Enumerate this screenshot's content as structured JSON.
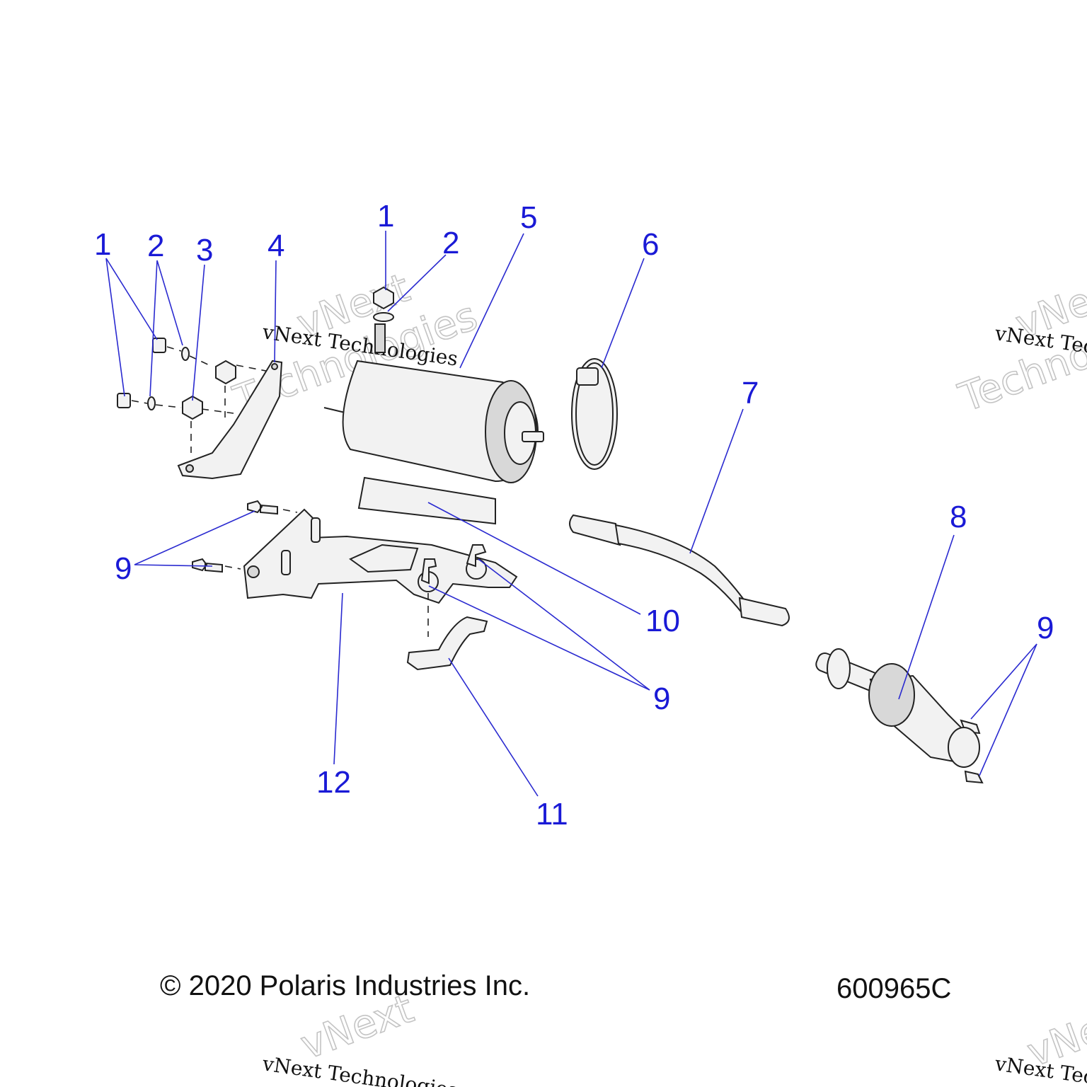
{
  "callouts": [
    {
      "label": "1"
    },
    {
      "label": "2"
    },
    {
      "label": "3"
    },
    {
      "label": "4"
    },
    {
      "label": "1"
    },
    {
      "label": "2"
    },
    {
      "label": "5"
    },
    {
      "label": "6"
    },
    {
      "label": "7"
    },
    {
      "label": "8"
    },
    {
      "label": "9"
    },
    {
      "label": "10"
    },
    {
      "label": "9"
    },
    {
      "label": "9"
    },
    {
      "label": "12"
    },
    {
      "label": "11"
    }
  ],
  "footer": {
    "copyright": "© 2020 Polaris Industries Inc.",
    "drawing_number": "600965C"
  },
  "watermark": {
    "line_small": "vNext Technologies",
    "word_1": "vNext",
    "word_2": "Technologies"
  }
}
